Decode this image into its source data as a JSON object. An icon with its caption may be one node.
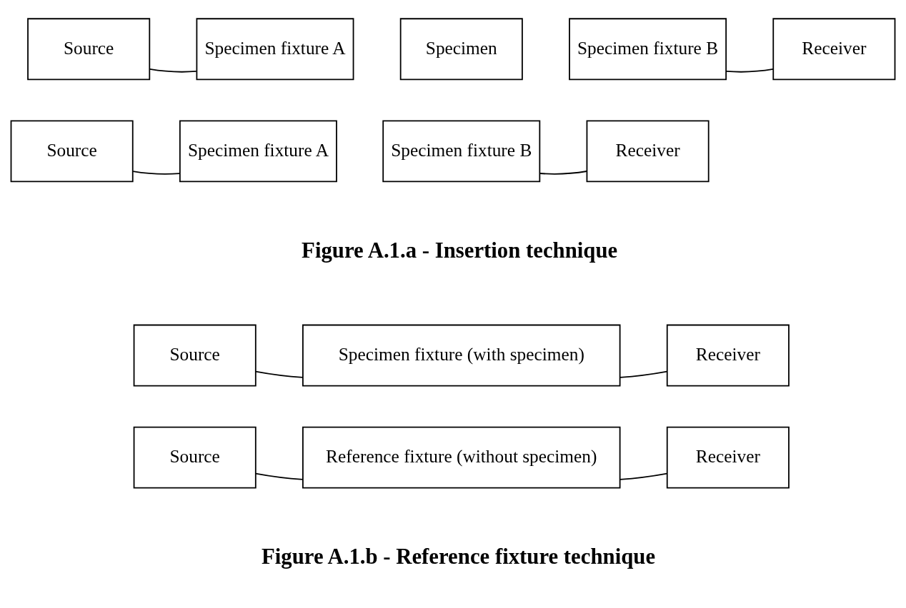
{
  "diagram": {
    "nodes": [
      {
        "text": [
          "Source"
        ]
      },
      {
        "text": [
          "Specimen fixture A"
        ]
      },
      {
        "text": [
          "Specimen"
        ]
      },
      {
        "text": [
          "Specimen fixture B"
        ]
      },
      {
        "text": [
          "Receiver"
        ]
      },
      {
        "text": [
          "Source"
        ]
      },
      {
        "text": [
          "Specimen fixture A"
        ]
      },
      {
        "text": [
          "Specimen fixture B"
        ]
      },
      {
        "text": [
          "Receiver"
        ]
      },
      {
        "text": [
          "Source"
        ]
      },
      {
        "text": [
          "Specimen fixture (with specimen)"
        ]
      },
      {
        "text": [
          "Receiver"
        ]
      },
      {
        "text": [
          "Source"
        ]
      },
      {
        "text": [
          "Reference fixture (without specimen)"
        ]
      },
      {
        "text": [
          "Receiver"
        ]
      }
    ],
    "edges": [
      {
        "from": 0,
        "to": 1,
        "arrow": "none"
      },
      {
        "from": 3,
        "to": 4,
        "arrow": "none"
      },
      {
        "from": 5,
        "to": 6,
        "arrow": "none"
      },
      {
        "from": 7,
        "to": 8,
        "arrow": "none"
      },
      {
        "from": 9,
        "to": 10,
        "arrow": "none"
      },
      {
        "from": 10,
        "to": 11,
        "arrow": "none"
      },
      {
        "from": 12,
        "to": 13,
        "arrow": "none"
      },
      {
        "from": 13,
        "to": 14,
        "arrow": "none"
      }
    ],
    "labels": [
      "Figure A.1.a - Insertion technique",
      "Figure A.1.b - Reference fixture technique"
    ]
  }
}
